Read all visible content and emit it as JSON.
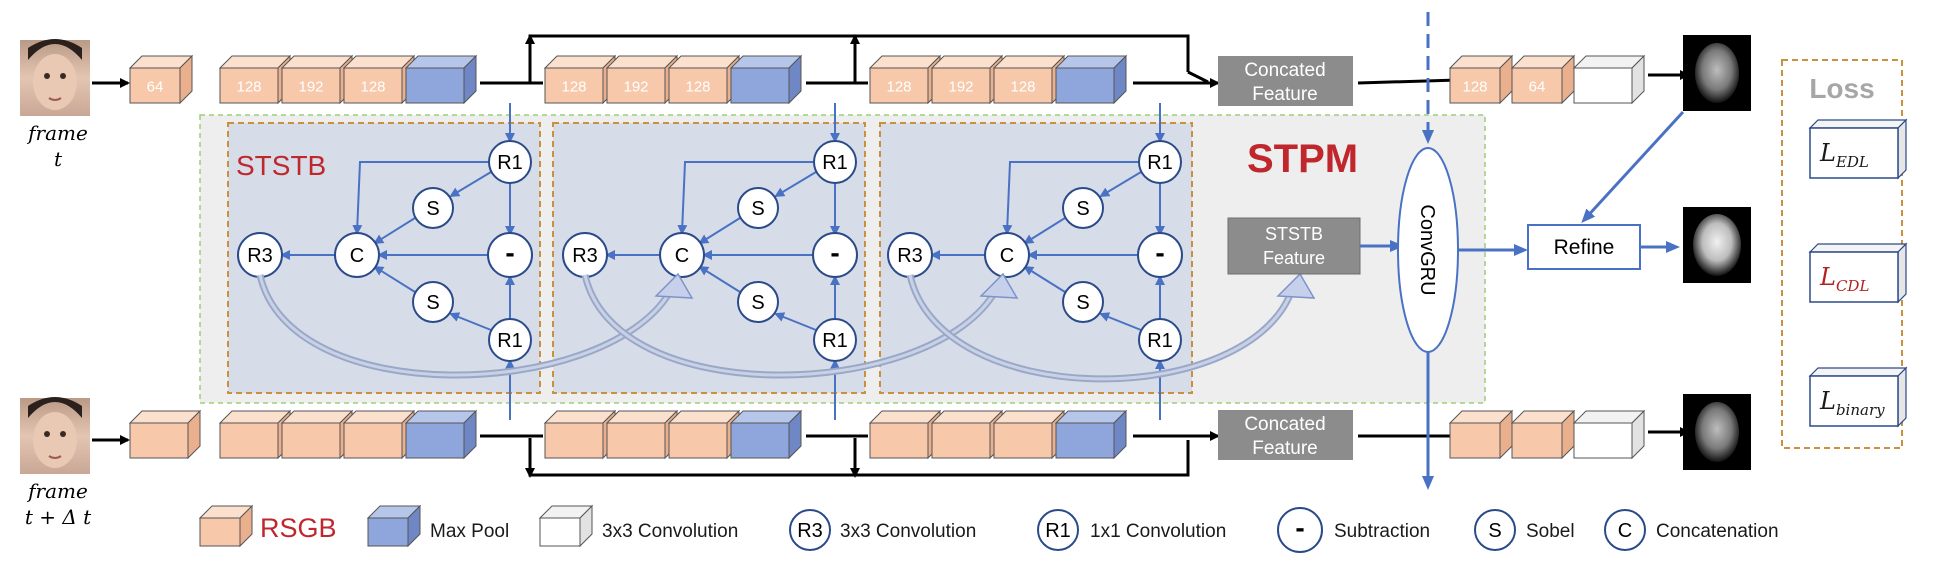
{
  "top_row": {
    "input_frame_label_1": "frame",
    "input_frame_label_2": "t",
    "stem_block": "64",
    "stage_blocks": [
      "128",
      "192",
      "128"
    ],
    "concat_label_1": "Concated",
    "concat_label_2": "Feature",
    "decoder_blocks": [
      "128",
      "64"
    ]
  },
  "bottom_row": {
    "input_frame_label_1": "frame",
    "input_frame_label_2": "t + Δ t",
    "concat_label_1": "Concated",
    "concat_label_2": "Feature"
  },
  "ststb": {
    "title": "STSTB",
    "nodes": {
      "r1": "R1",
      "s": "S",
      "c": "C",
      "r3": "R3",
      "sub": "-"
    }
  },
  "stpm": {
    "title": "STPM",
    "ststb_feature_1": "STSTB",
    "ststb_feature_2": "Feature",
    "convgru": "ConvGRU",
    "refine": "Refine"
  },
  "loss": {
    "title": "Loss",
    "items": [
      {
        "main": "L",
        "sub": "EDL",
        "color": "#1a1a1a"
      },
      {
        "main": "L",
        "sub": "CDL",
        "color": "#b22222"
      },
      {
        "main": "L",
        "sub": "binary",
        "color": "#1a1a1a"
      }
    ]
  },
  "legend": {
    "rsgb": "RSGB",
    "maxpool": "Max Pool",
    "conv3": "3x3 Convolution",
    "r3": "R3",
    "r3_text": "3x3 Convolution",
    "r1": "R1",
    "r1_text": "1x1 Convolution",
    "sub": "-",
    "sub_text": "Subtraction",
    "s": "S",
    "s_text": "Sobel",
    "c": "C",
    "c_text": "Concatenation"
  },
  "colors": {
    "rsgb_front": "#f7c9aa",
    "rsgb_top": "#fbe0cd",
    "rsgb_side": "#eab08e",
    "maxpool_front": "#8ea6dc",
    "maxpool_top": "#b6c6ea",
    "maxpool_side": "#6f87c4",
    "arrow_blue": "#4a72c4",
    "title_red": "#c0272d",
    "stpm_bg": "#eeeeee",
    "ststb_bg": "#d7dde8",
    "dashed_orange": "#c9913d"
  }
}
